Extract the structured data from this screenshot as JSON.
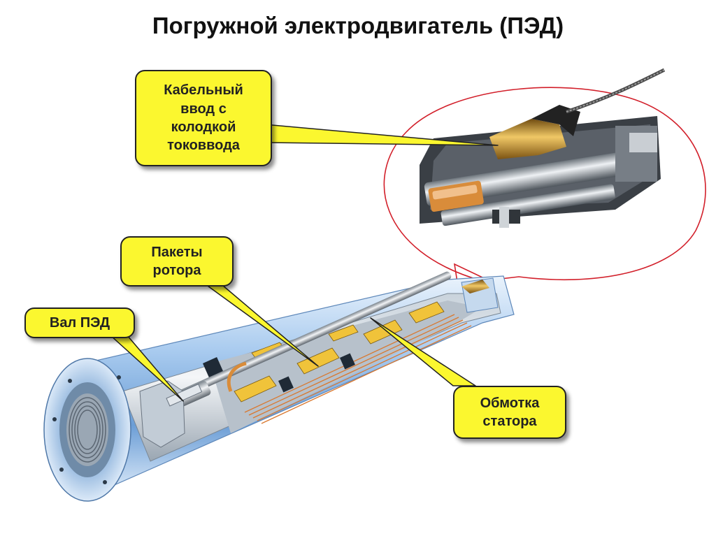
{
  "title": "Погружной электродвигатель (ПЭД)",
  "callouts": {
    "cable_entry": "Кабельный\nввод с\nколодкой\nтоковвода",
    "rotor_packs": "Пакеты\nротора",
    "motor_shaft": "Вал ПЭД",
    "stator_winding": "Обмотка\nстатора"
  },
  "colors": {
    "callout_fill": "#fbf72f",
    "zoom_outline": "#d21f2a",
    "housing": "#9fc3ea",
    "copper": "#d98c3a"
  }
}
